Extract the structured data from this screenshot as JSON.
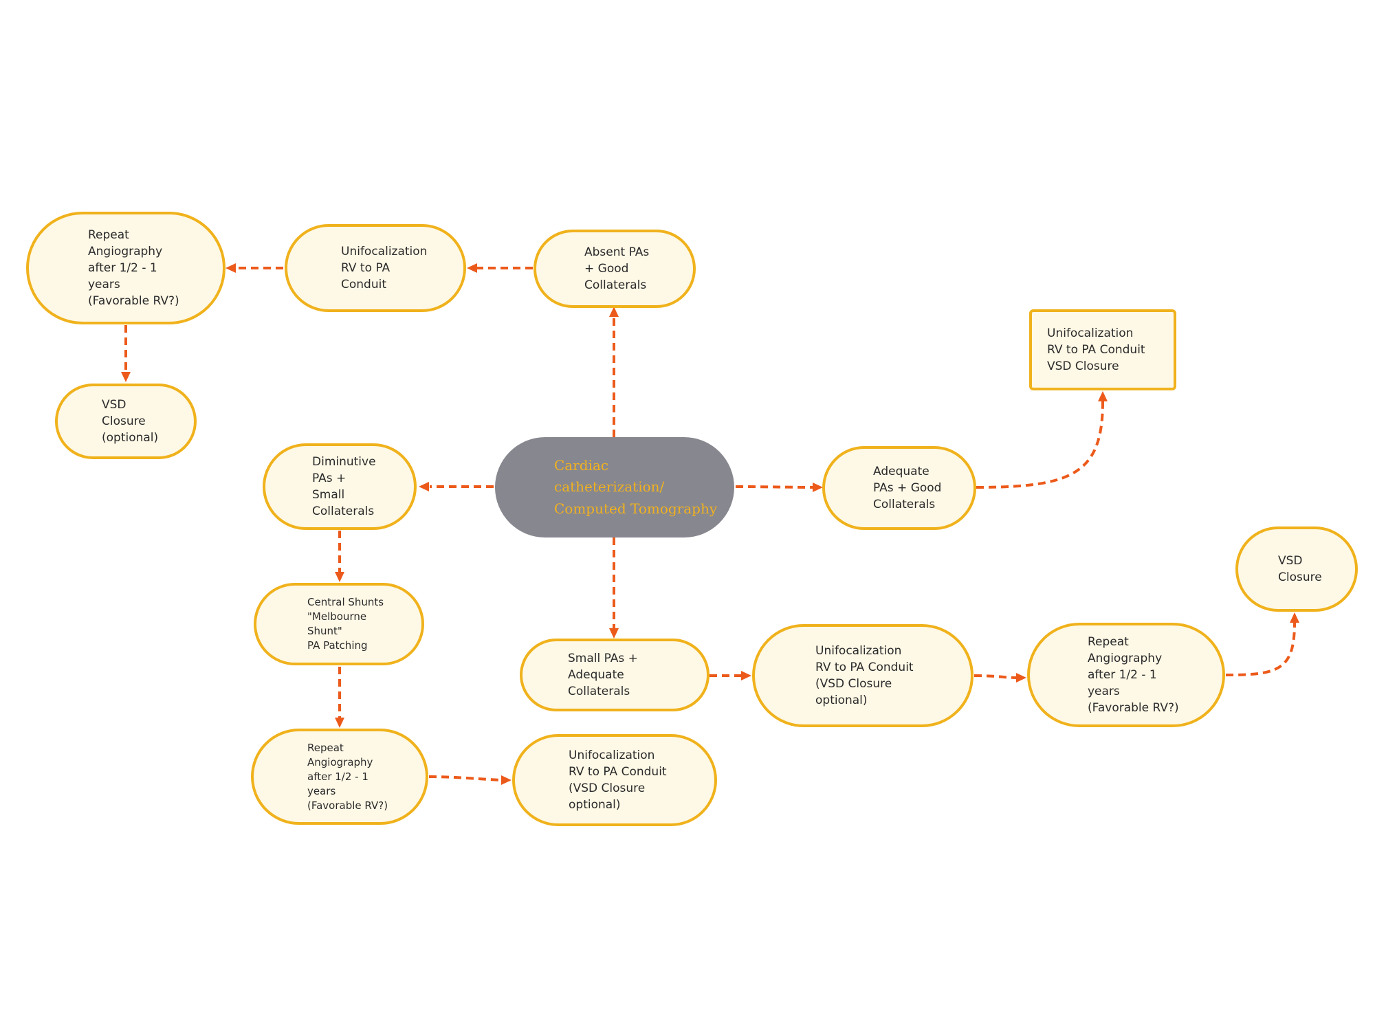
{
  "colors": {
    "node_fill": "#fef8e6",
    "node_border": "#f0b21c",
    "center_fill": "#87878f",
    "center_text": "#f2b21d",
    "arrow": "#ec5a1b"
  },
  "nodes": {
    "center": "Cardiac\ncatheterization/\nComputed Tomography",
    "absent_pas": "Absent PAs\n+ Good\nCollaterals",
    "unifocalization_top": "Unifocalization\nRV to PA\nConduit",
    "repeat_angiography_top": "Repeat\nAngiography\nafter 1/2 - 1\nyears\n(Favorable RV?)",
    "vsd_closure_optional": "VSD\nClosure\n(optional)",
    "diminutive_pas": "Diminutive\nPAs +\nSmall\nCollaterals",
    "central_shunts": "Central Shunts\n\"Melbourne\nShunt\"\nPA Patching",
    "repeat_angiography_bottom": "Repeat\nAngiography\nafter 1/2 - 1\nyears\n(Favorable RV?)",
    "unifocalization_bottom": "Unifocalization\nRV to PA Conduit\n(VSD Closure\noptional)",
    "adequate_pas": "Adequate\nPAs + Good\nCollaterals",
    "unifocalization_vsd": "Unifocalization\nRV to PA Conduit\nVSD Closure",
    "small_pas": "Small PAs +\nAdequate\nCollaterals",
    "unifocalization_right": "Unifocalization\nRV to PA Conduit\n(VSD Closure\noptional)",
    "repeat_angiography_right": "Repeat\nAngiography\nafter 1/2 - 1\nyears\n(Favorable RV?)",
    "vsd_closure_right": "VSD\nClosure"
  }
}
